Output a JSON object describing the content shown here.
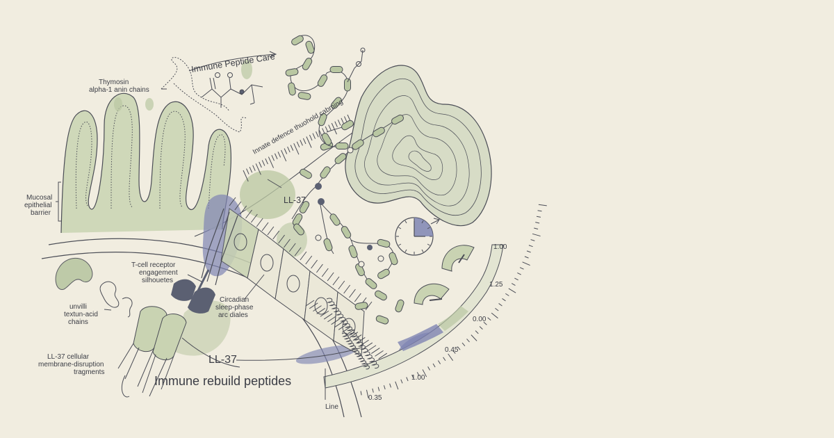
{
  "colors": {
    "background": "#f1ede0",
    "ink": "#3b3d45",
    "sage": "#b9c7a2",
    "sage_dark": "#8fa17d",
    "indigo": "#7f85b3",
    "slate": "#5b6072"
  },
  "labels": {
    "thymosin": [
      "Thymosin",
      "alpha-1 anin chains"
    ],
    "immune_peptide_care": "Immune Peptide Care",
    "innate_defense": "Innate defence thuohold cabming",
    "mucosal": [
      "Mucosal",
      "epithelial",
      "barrier"
    ],
    "ll37_upper": "LL-37",
    "tcell": [
      "T-cell receptor",
      "engagement",
      "silhouetes"
    ],
    "circadian": [
      "Circadian",
      "sleep-phase",
      "arc diales"
    ],
    "unvilli": [
      "unvilli",
      "textun-acid",
      "chains"
    ],
    "ll37_fragments": [
      "LL-37 cellular",
      "membrane-disruption",
      "tragments"
    ],
    "ll37_lower": "LL-37",
    "immune_rebuild": "Immune rebuild peptides",
    "line": "Line"
  },
  "scale_ticks": [
    {
      "label": "1.00"
    },
    {
      "label": "1.25"
    },
    {
      "label": "0.00"
    },
    {
      "label": "0.45"
    },
    {
      "label": "1.00"
    },
    {
      "label": "0.35"
    }
  ]
}
